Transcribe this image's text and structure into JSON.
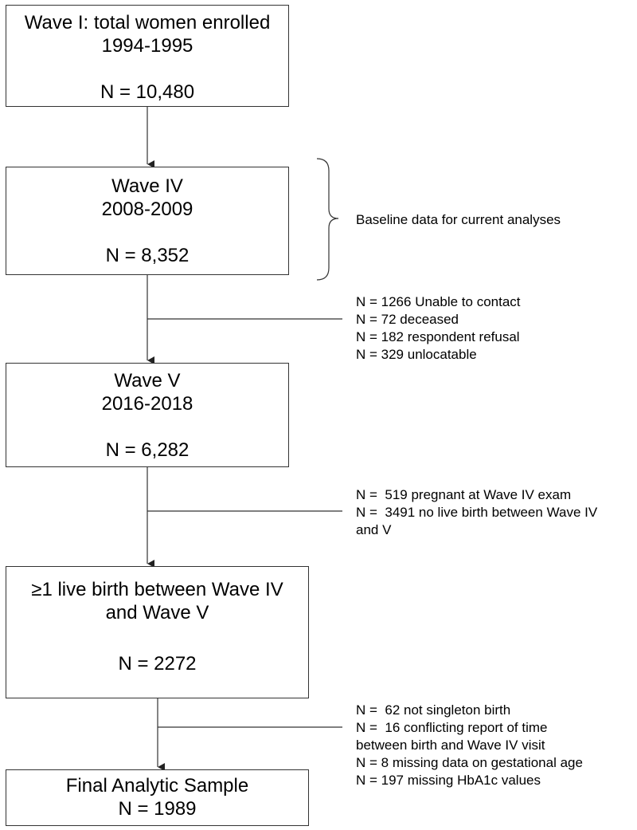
{
  "boxes": {
    "wave1": {
      "line1": "Wave I: total women enrolled",
      "line2": "1994-1995",
      "n": "N = 10,480"
    },
    "wave4": {
      "line1": "Wave IV",
      "line2": "2008-2009",
      "n": "N = 8,352"
    },
    "wave5": {
      "line1": "Wave V",
      "line2": "2016-2018",
      "n": "N = 6,282"
    },
    "livebirth": {
      "line1": "≥1 live birth between Wave IV",
      "line2": "and Wave V",
      "n": "N = 2272"
    },
    "final": {
      "line1": "Final Analytic Sample",
      "n": "N = 1989"
    }
  },
  "bracket_note": "Baseline data for current analyses",
  "exclusions": {
    "after_wave4": [
      "N = 1266 Unable to contact",
      "N = 72 deceased",
      "N = 182 respondent refusal",
      "N = 329 unlocatable"
    ],
    "after_wave5": [
      "N =  519 pregnant at Wave IV exam",
      "N =  3491 no live birth between Wave IV",
      "and V"
    ],
    "after_livebirth": [
      "N =  62 not singleton birth",
      "N =  16 conflicting report of time",
      "between birth and Wave IV visit",
      "N = 8 missing data on gestational age",
      "N = 197 missing HbA1c values"
    ]
  }
}
